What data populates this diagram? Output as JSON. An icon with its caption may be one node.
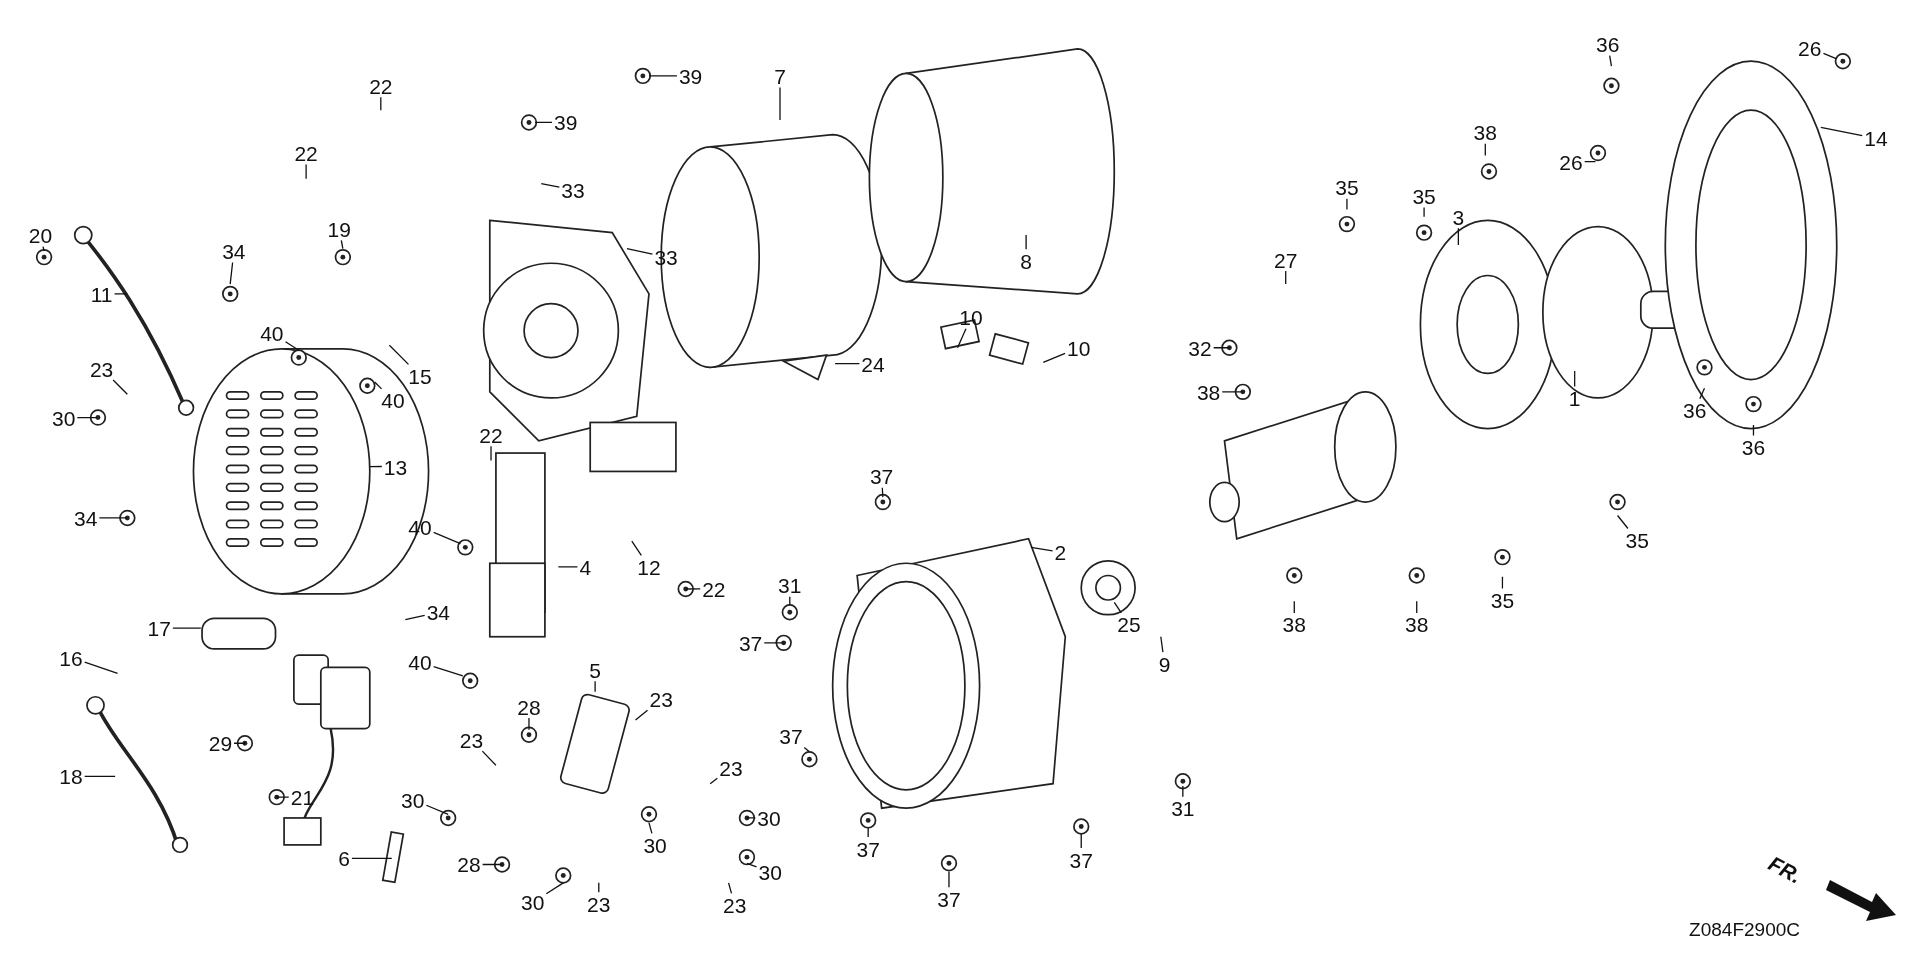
{
  "diagram": {
    "nodes": [
      {
        "text": [
          "36"
        ]
      },
      {
        "text": [
          "26"
        ]
      },
      {
        "text": [
          "14"
        ]
      },
      {
        "text": [
          "7"
        ]
      },
      {
        "text": [
          "22"
        ]
      },
      {
        "text": [
          "39"
        ]
      },
      {
        "text": [
          "39"
        ]
      },
      {
        "text": [
          "38"
        ]
      },
      {
        "text": [
          "26"
        ]
      },
      {
        "text": [
          "22"
        ]
      },
      {
        "text": [
          "33"
        ]
      },
      {
        "text": [
          "35"
        ]
      },
      {
        "text": [
          "35"
        ]
      },
      {
        "text": [
          "3"
        ]
      },
      {
        "text": [
          "19"
        ]
      },
      {
        "text": [
          "20"
        ]
      },
      {
        "text": [
          "8"
        ]
      },
      {
        "text": [
          "33"
        ]
      },
      {
        "text": [
          "27"
        ]
      },
      {
        "text": [
          "34"
        ]
      },
      {
        "text": [
          "11"
        ]
      },
      {
        "text": [
          "32"
        ]
      },
      {
        "text": [
          "24"
        ]
      },
      {
        "text": [
          "40"
        ]
      },
      {
        "text": [
          "15"
        ]
      },
      {
        "text": [
          "38"
        ]
      },
      {
        "text": [
          "23"
        ]
      },
      {
        "text": [
          "40"
        ]
      },
      {
        "text": [
          "1"
        ]
      },
      {
        "text": [
          "36"
        ]
      },
      {
        "text": [
          "30"
        ]
      },
      {
        "text": [
          "10"
        ]
      },
      {
        "text": [
          "10"
        ]
      },
      {
        "text": [
          "36"
        ]
      },
      {
        "text": [
          "22"
        ]
      },
      {
        "text": [
          "13"
        ]
      },
      {
        "text": [
          "37"
        ]
      },
      {
        "text": [
          "2"
        ]
      },
      {
        "text": [
          "22"
        ]
      },
      {
        "text": [
          "34"
        ]
      },
      {
        "text": [
          "40"
        ]
      },
      {
        "text": [
          "4"
        ]
      },
      {
        "text": [
          "12"
        ]
      },
      {
        "text": [
          "31"
        ]
      },
      {
        "text": [
          "37"
        ]
      },
      {
        "text": [
          "34"
        ]
      },
      {
        "text": [
          "25"
        ]
      },
      {
        "text": [
          "38"
        ]
      },
      {
        "text": [
          "38"
        ]
      },
      {
        "text": [
          "35"
        ]
      },
      {
        "text": [
          "35"
        ]
      },
      {
        "text": [
          "9"
        ]
      },
      {
        "text": [
          "17"
        ]
      },
      {
        "text": [
          "16"
        ]
      },
      {
        "text": [
          "40"
        ]
      },
      {
        "text": [
          "5"
        ]
      },
      {
        "text": [
          "28"
        ]
      },
      {
        "text": [
          "23"
        ]
      },
      {
        "text": [
          "23"
        ]
      },
      {
        "text": [
          "23"
        ]
      },
      {
        "text": [
          "29"
        ]
      },
      {
        "text": [
          "37"
        ]
      },
      {
        "text": [
          "18"
        ]
      },
      {
        "text": [
          "21"
        ]
      },
      {
        "text": [
          "30"
        ]
      },
      {
        "text": [
          "30"
        ]
      },
      {
        "text": [
          "30"
        ]
      },
      {
        "text": [
          "28"
        ]
      },
      {
        "text": [
          "6"
        ]
      },
      {
        "text": [
          "37"
        ]
      },
      {
        "text": [
          "37"
        ]
      },
      {
        "text": [
          "31"
        ]
      },
      {
        "text": [
          "30"
        ]
      },
      {
        "text": [
          "23"
        ]
      },
      {
        "text": [
          "30"
        ]
      },
      {
        "text": [
          "23"
        ]
      },
      {
        "text": [
          "37"
        ]
      }
    ],
    "edges": [
      {
        "from": 0,
        "to": null,
        "arrow": "none"
      },
      {
        "from": 1,
        "to": null,
        "arrow": "none"
      },
      {
        "from": 2,
        "to": null,
        "arrow": "none"
      },
      {
        "from": 3,
        "to": null,
        "arrow": "none"
      },
      {
        "from": 4,
        "to": null,
        "arrow": "none"
      },
      {
        "from": 5,
        "to": null,
        "arrow": "none"
      },
      {
        "from": 6,
        "to": null,
        "arrow": "none"
      },
      {
        "from": 7,
        "to": null,
        "arrow": "none"
      },
      {
        "from": 8,
        "to": null,
        "arrow": "none"
      },
      {
        "from": 9,
        "to": null,
        "arrow": "none"
      },
      {
        "from": 10,
        "to": null,
        "arrow": "none"
      },
      {
        "from": 11,
        "to": null,
        "arrow": "none"
      },
      {
        "from": 12,
        "to": null,
        "arrow": "none"
      },
      {
        "from": 13,
        "to": null,
        "arrow": "none"
      },
      {
        "from": 14,
        "to": null,
        "arrow": "none"
      },
      {
        "from": 15,
        "to": null,
        "arrow": "none"
      },
      {
        "from": 16,
        "to": null,
        "arrow": "none"
      },
      {
        "from": 17,
        "to": null,
        "arrow": "none"
      },
      {
        "from": 18,
        "to": null,
        "arrow": "none"
      },
      {
        "from": 19,
        "to": null,
        "arrow": "none"
      },
      {
        "from": 20,
        "to": null,
        "arrow": "none"
      },
      {
        "from": 21,
        "to": null,
        "arrow": "none"
      },
      {
        "from": 22,
        "to": null,
        "arrow": "none"
      },
      {
        "from": 23,
        "to": null,
        "arrow": "none"
      },
      {
        "from": 24,
        "to": null,
        "arrow": "none"
      },
      {
        "from": 25,
        "to": null,
        "arrow": "none"
      },
      {
        "from": 26,
        "to": null,
        "arrow": "none"
      },
      {
        "from": 27,
        "to": null,
        "arrow": "none"
      },
      {
        "from": 28,
        "to": null,
        "arrow": "none"
      },
      {
        "from": 29,
        "to": null,
        "arrow": "none"
      },
      {
        "from": 30,
        "to": null,
        "arrow": "none"
      },
      {
        "from": 31,
        "to": null,
        "arrow": "none"
      },
      {
        "from": 32,
        "to": null,
        "arrow": "none"
      },
      {
        "from": 33,
        "to": null,
        "arrow": "none"
      },
      {
        "from": 34,
        "to": null,
        "arrow": "none"
      },
      {
        "from": 35,
        "to": null,
        "arrow": "none"
      },
      {
        "from": 36,
        "to": null,
        "arrow": "none"
      },
      {
        "from": 37,
        "to": null,
        "arrow": "none"
      },
      {
        "from": 38,
        "to": null,
        "arrow": "none"
      },
      {
        "from": 39,
        "to": null,
        "arrow": "none"
      },
      {
        "from": 40,
        "to": null,
        "arrow": "none"
      },
      {
        "from": 41,
        "to": null,
        "arrow": "none"
      },
      {
        "from": 42,
        "to": null,
        "arrow": "none"
      },
      {
        "from": 43,
        "to": null,
        "arrow": "none"
      },
      {
        "from": 44,
        "to": null,
        "arrow": "none"
      },
      {
        "from": 45,
        "to": null,
        "arrow": "none"
      },
      {
        "from": 46,
        "to": null,
        "arrow": "none"
      },
      {
        "from": 47,
        "to": null,
        "arrow": "none"
      },
      {
        "from": 48,
        "to": null,
        "arrow": "none"
      },
      {
        "from": 49,
        "to": null,
        "arrow": "none"
      },
      {
        "from": 50,
        "to": null,
        "arrow": "none"
      },
      {
        "from": 51,
        "to": null,
        "arrow": "none"
      },
      {
        "from": 52,
        "to": null,
        "arrow": "none"
      },
      {
        "from": 53,
        "to": null,
        "arrow": "none"
      },
      {
        "from": 54,
        "to": null,
        "arrow": "none"
      },
      {
        "from": 55,
        "to": null,
        "arrow": "none"
      },
      {
        "from": 56,
        "to": null,
        "arrow": "none"
      },
      {
        "from": 57,
        "to": null,
        "arrow": "none"
      },
      {
        "from": 58,
        "to": null,
        "arrow": "none"
      },
      {
        "from": 59,
        "to": null,
        "arrow": "none"
      },
      {
        "from": 60,
        "to": null,
        "arrow": "none"
      },
      {
        "from": 61,
        "to": null,
        "arrow": "none"
      },
      {
        "from": 62,
        "to": null,
        "arrow": "none"
      },
      {
        "from": 63,
        "to": null,
        "arrow": "none"
      },
      {
        "from": 64,
        "to": null,
        "arrow": "none"
      },
      {
        "from": 65,
        "to": null,
        "arrow": "none"
      },
      {
        "from": 66,
        "to": null,
        "arrow": "none"
      },
      {
        "from": 67,
        "to": null,
        "arrow": "none"
      },
      {
        "from": 68,
        "to": null,
        "arrow": "none"
      },
      {
        "from": 69,
        "to": null,
        "arrow": "none"
      },
      {
        "from": 70,
        "to": null,
        "arrow": "none"
      },
      {
        "from": 71,
        "to": null,
        "arrow": "none"
      },
      {
        "from": 72,
        "to": null,
        "arrow": "none"
      },
      {
        "from": 73,
        "to": null,
        "arrow": "none"
      },
      {
        "from": 74,
        "to": null,
        "arrow": "none"
      },
      {
        "from": 75,
        "to": null,
        "arrow": "none"
      },
      {
        "from": 76,
        "to": null,
        "arrow": "none"
      }
    ],
    "labels": [
      "FR.",
      "Z084F2900C"
    ]
  }
}
